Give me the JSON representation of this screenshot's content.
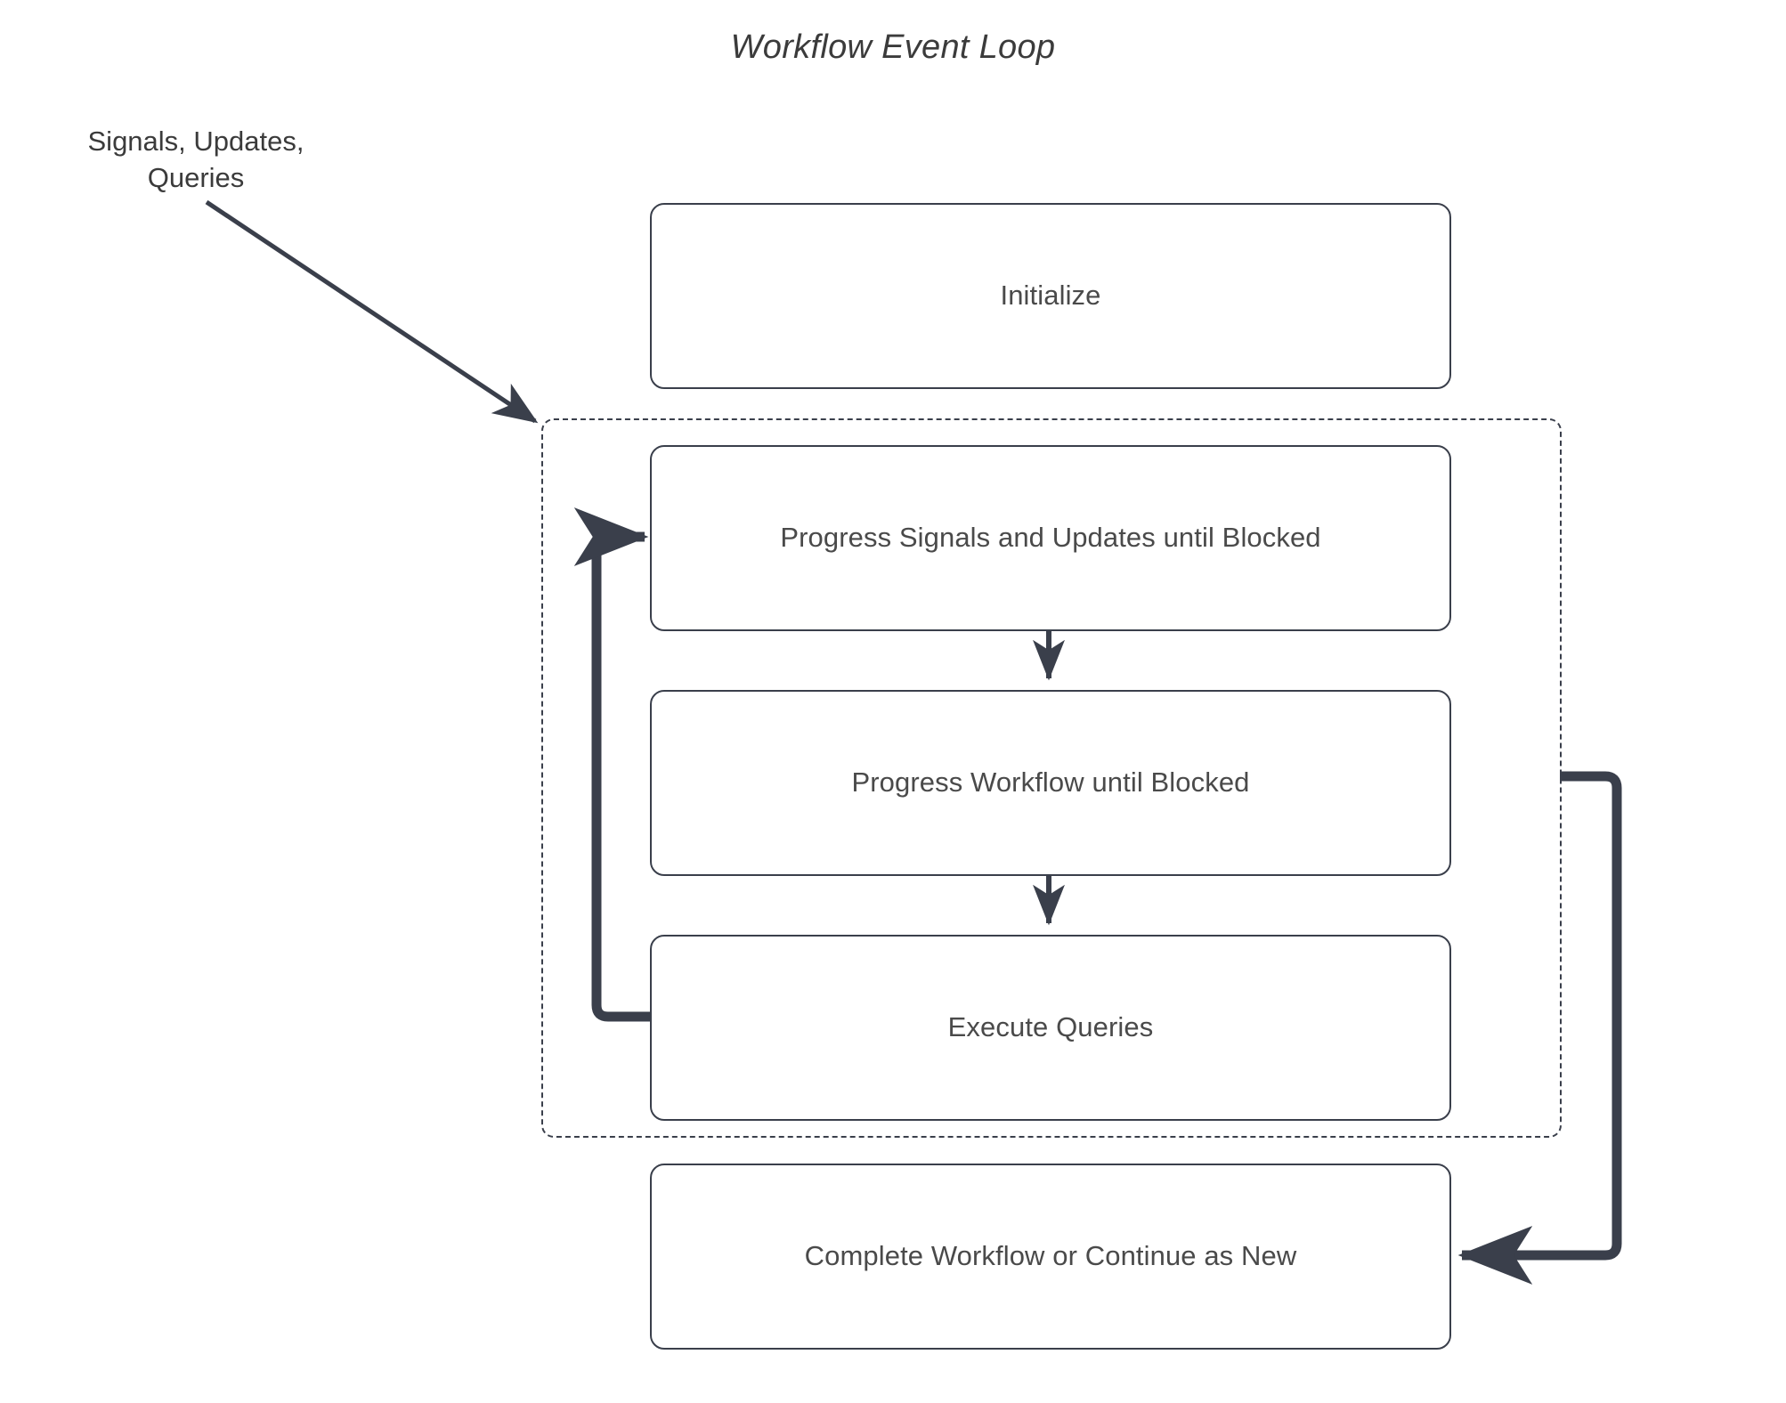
{
  "diagram": {
    "title": "Workflow Event Loop",
    "external_input": {
      "label_line1": "Signals, Updates,",
      "label_line2": "Queries"
    },
    "nodes": [
      {
        "id": "initialize",
        "label": "Initialize"
      },
      {
        "id": "progress-signals-updates",
        "label": "Progress Signals and Updates until Blocked"
      },
      {
        "id": "progress-workflow",
        "label": "Progress Workflow until Blocked"
      },
      {
        "id": "execute-queries",
        "label": "Execute Queries"
      },
      {
        "id": "complete-workflow",
        "label": "Complete Workflow or Continue as New"
      }
    ],
    "colors": {
      "stroke": "#3a3f4b",
      "node_border": "#3a3f4b",
      "text": "#4a4a4a",
      "title": "#3b3b3b",
      "background": "#ffffff"
    }
  }
}
